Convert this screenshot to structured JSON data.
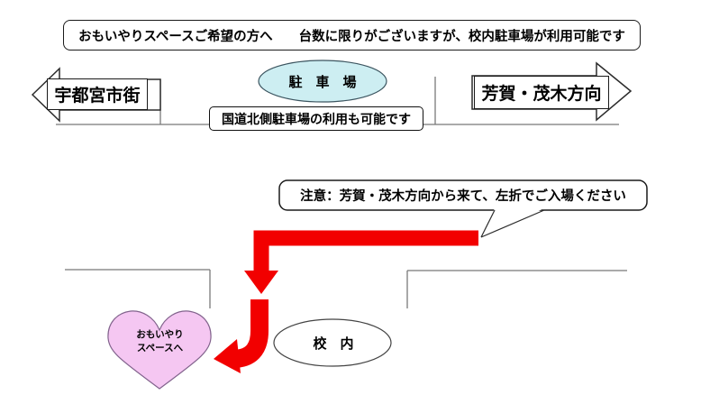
{
  "colors": {
    "arrow_red": "#f20000",
    "parking_fill": "#cdeef2",
    "heart_fill": "#f5c7f2"
  },
  "header": {
    "notice": "おもいやりスペースご希望の方へ　　台数に限りがございますが、校内駐車場が利用可能です"
  },
  "road": {
    "west_label": "宇都宮市街",
    "east_label": "芳賀・茂木方向"
  },
  "parking": {
    "label": "駐　車　場",
    "north_note": "国道北側駐車場の利用も可能です"
  },
  "caution": {
    "text": "注意：芳賀・茂木方向から来て、左折でご入場ください"
  },
  "campus": {
    "label": "校　内"
  },
  "omoiyari": {
    "line1": "おもいやり",
    "line2": "スペースへ"
  }
}
